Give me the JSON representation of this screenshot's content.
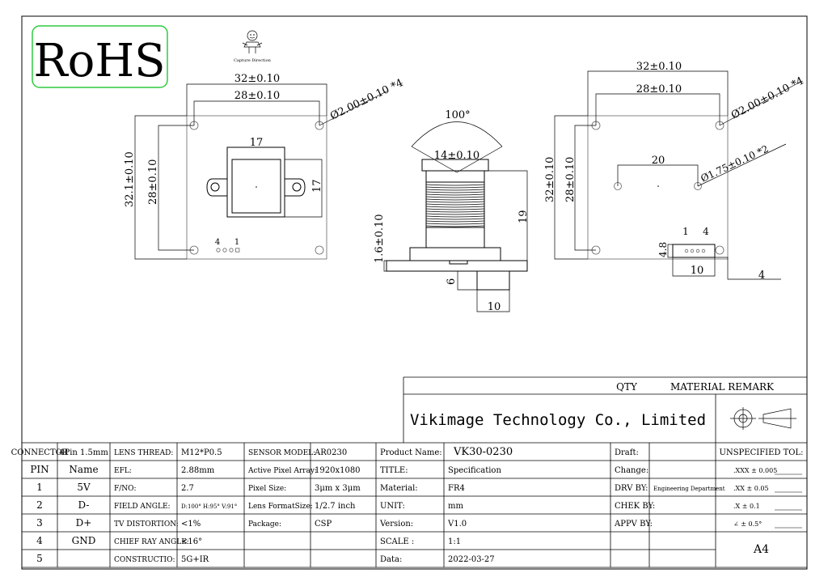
{
  "logo": {
    "text": "RoHS",
    "color": "#c8102e",
    "border_color": "#2ecc40"
  },
  "capture_direction": {
    "label": "Capture Direction",
    "color": "#c8102e"
  },
  "front_view": {
    "outer_width": "32±0.10",
    "inner_width": "28±0.10",
    "outer_height": "32.1±0.10",
    "inner_height": "28±0.10",
    "hole_callout": "Ø2.00±0.10 *4",
    "holder_width": "17",
    "holder_height": "17",
    "pin_label_4": "4",
    "pin_label_1": "1"
  },
  "side_view": {
    "fov": "100°",
    "lens_width": "14±0.10",
    "height": "19",
    "pcb_thickness": "1.6±0.10",
    "connector_height": "6",
    "connector_width": "10"
  },
  "back_view": {
    "outer_width": "32±0.10",
    "inner_width": "28±0.10",
    "outer_height": "32±0.10",
    "inner_height": "28±0.10",
    "hole_callout": "Ø2.00±0.10 *4",
    "small_hole_spacing": "20",
    "small_hole_callout": "Ø1.75±0.10 *2",
    "pin_label_1": "1",
    "pin_label_4": "4",
    "connector_height": "4.8",
    "connector_width": "10",
    "connector_depth": "4"
  },
  "title_block": {
    "qty": "QTY",
    "material_remark": "MATERIAL REMARK",
    "company": "Vikimage Technology Co., Limited",
    "rows": [
      [
        "CONNECTOR",
        "4Pin 1.5mm",
        "LENS THREAD:",
        "M12*P0.5",
        "SENSOR MODEL:",
        "AR0230",
        "Product Name:",
        "VK30-0230",
        "Draft:",
        "",
        "UNSPECIFIED TOL:"
      ],
      [
        "PIN",
        "Name",
        "EFL:",
        "2.88mm",
        "Active Pixel Array:",
        "1920x1080",
        "TITLE:",
        "Specification",
        "Change:",
        "",
        ".XXX  ±  0.005"
      ],
      [
        "1",
        "5V",
        "F/NO:",
        "2.7",
        "Pixel Size:",
        "3μm x 3μm",
        "Material:",
        "FR4",
        "DRV BY:",
        "Engineering Department",
        ".XX  ±  0.05"
      ],
      [
        "2",
        "D-",
        "FIELD ANGLE:",
        "D:100° H:95° V:91°",
        "Lens FormatSize:",
        "1/2.7 inch",
        "UNIT:",
        "mm",
        "CHEK BY:",
        "",
        ".X  ±  0.1"
      ],
      [
        "3",
        "D+",
        "TV DISTORTION:",
        "<1%",
        "Package:",
        "CSP",
        "Version:",
        "V1.0",
        "APPV BY:",
        "",
        "∠  ±  0.5°"
      ],
      [
        "4",
        "GND",
        "CHIEF RAY  ANGLE:",
        "<16°",
        "",
        "",
        "SCALE :",
        "1:1",
        "",
        "",
        "A4"
      ],
      [
        "5",
        "",
        "CONSTRUCTIO:",
        "5G+IR",
        "",
        "",
        "Data:",
        "2022-03-27",
        "",
        "",
        ""
      ]
    ]
  }
}
